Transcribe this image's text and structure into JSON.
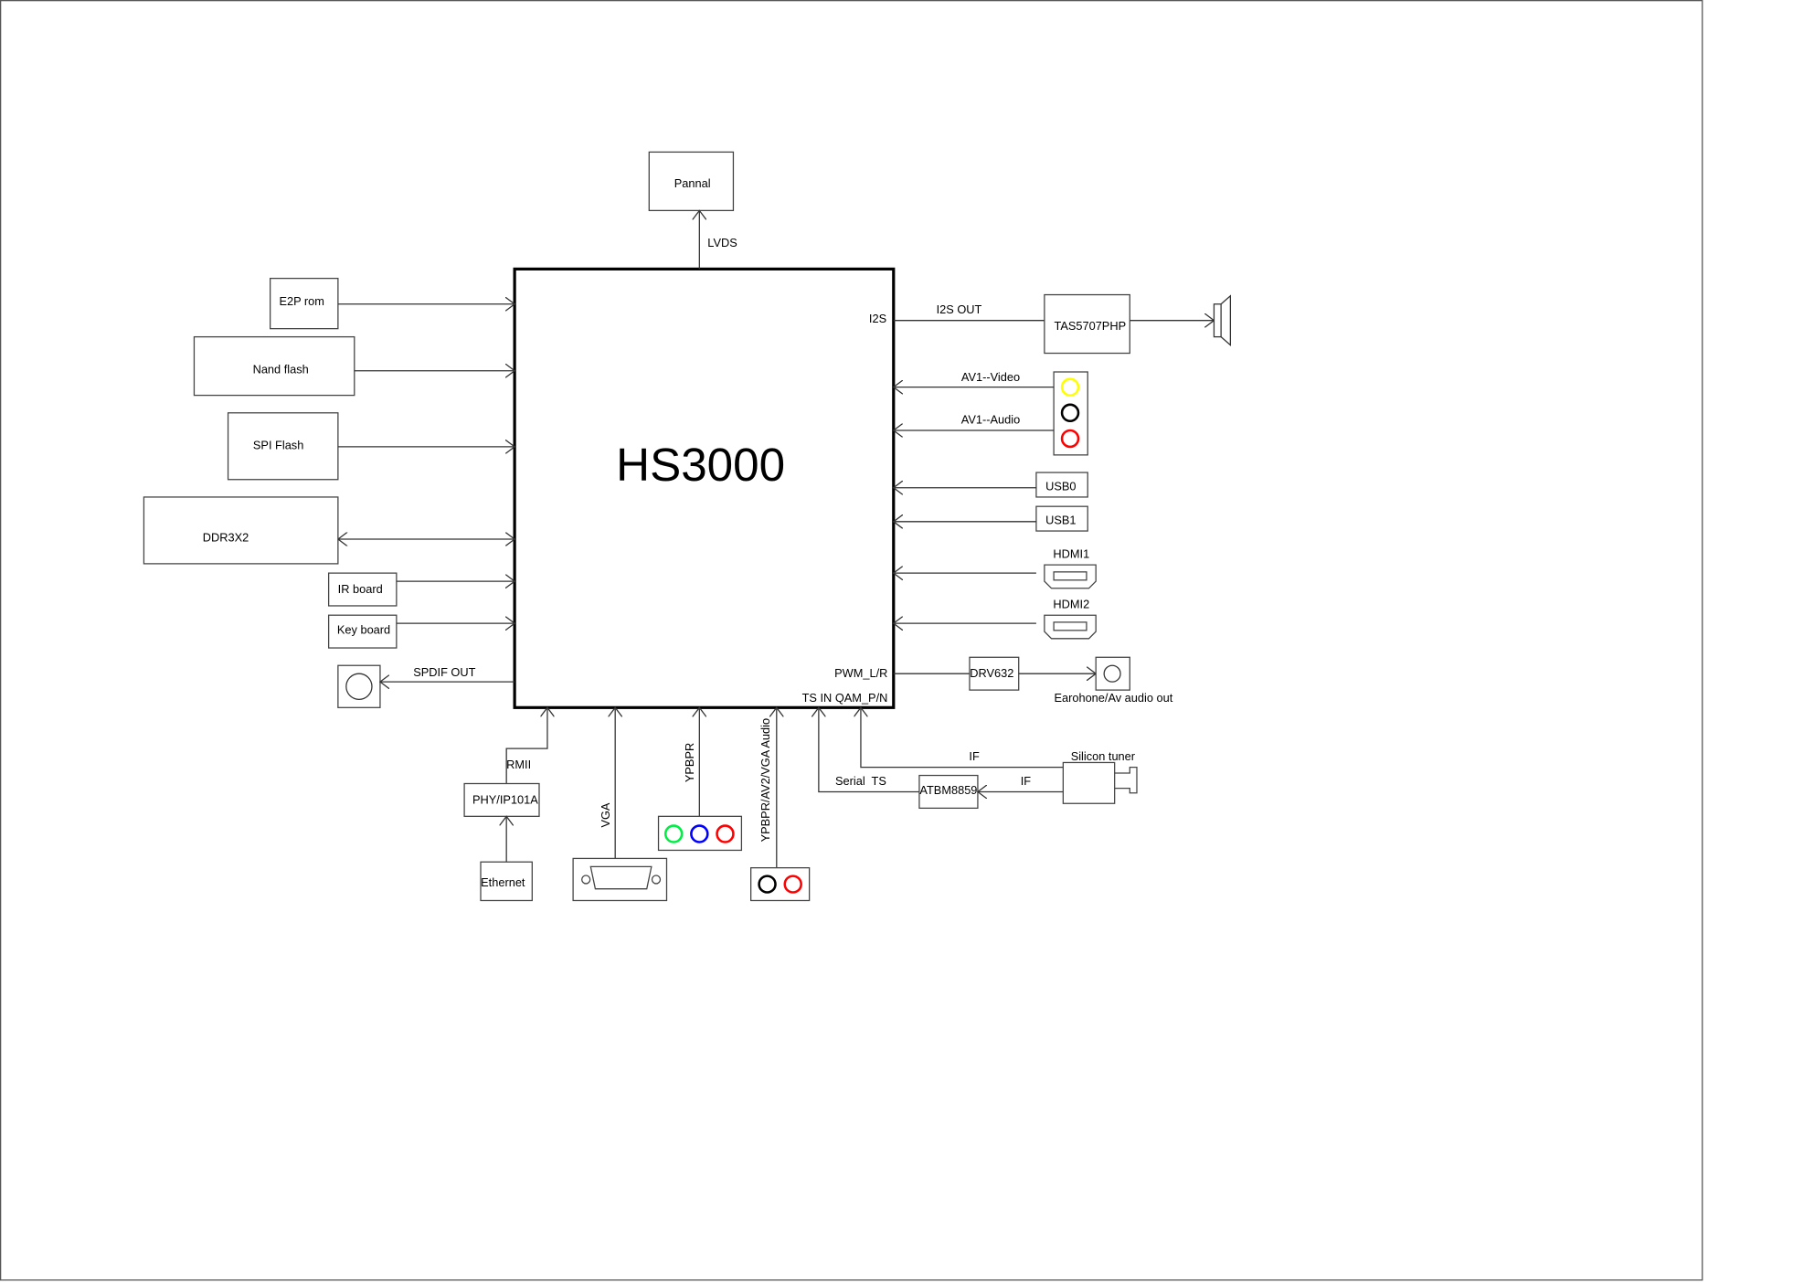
{
  "chip": {
    "title": "HS3000",
    "pin_i2s": "I2S",
    "pin_pwm": "PWM_L/R",
    "pin_ts": "TS IN QAM_P/N"
  },
  "left": {
    "e2p": "E2P rom",
    "nand": "Nand flash",
    "spi": "SPI Flash",
    "ddr": "DDR3X2",
    "ir": "IR board",
    "key": "Key board",
    "spdif": "SPDIF OUT"
  },
  "top": {
    "panel": "Pannal",
    "lvds": "LVDS"
  },
  "right": {
    "i2s_out": "I2S OUT",
    "amp": "TAS5707PHP",
    "av_video": "AV1--Video",
    "av_audio": "AV1--Audio",
    "usb0": "USB0",
    "usb1": "USB1",
    "hdmi1": "HDMI1",
    "hdmi2": "HDMI2",
    "drv": "DRV632",
    "earphone": "Earohone/Av audio out"
  },
  "bottom": {
    "rmii": "RMII",
    "phy": "PHY/IP101A",
    "ethernet": "Ethernet",
    "vga": "VGA",
    "ypbpr": "YPBPR",
    "audio": "YPBPR/AV2/VGA  Audio",
    "serial_ts": "Serial  TS",
    "demod": "ATBM8859",
    "if1": "IF",
    "if2": "IF",
    "tuner": "Silicon tuner"
  },
  "colors": {
    "yellow": "#ffff00",
    "black": "#000000",
    "red": "#ff0000",
    "green": "#00ee44",
    "blue": "#0000ff"
  }
}
